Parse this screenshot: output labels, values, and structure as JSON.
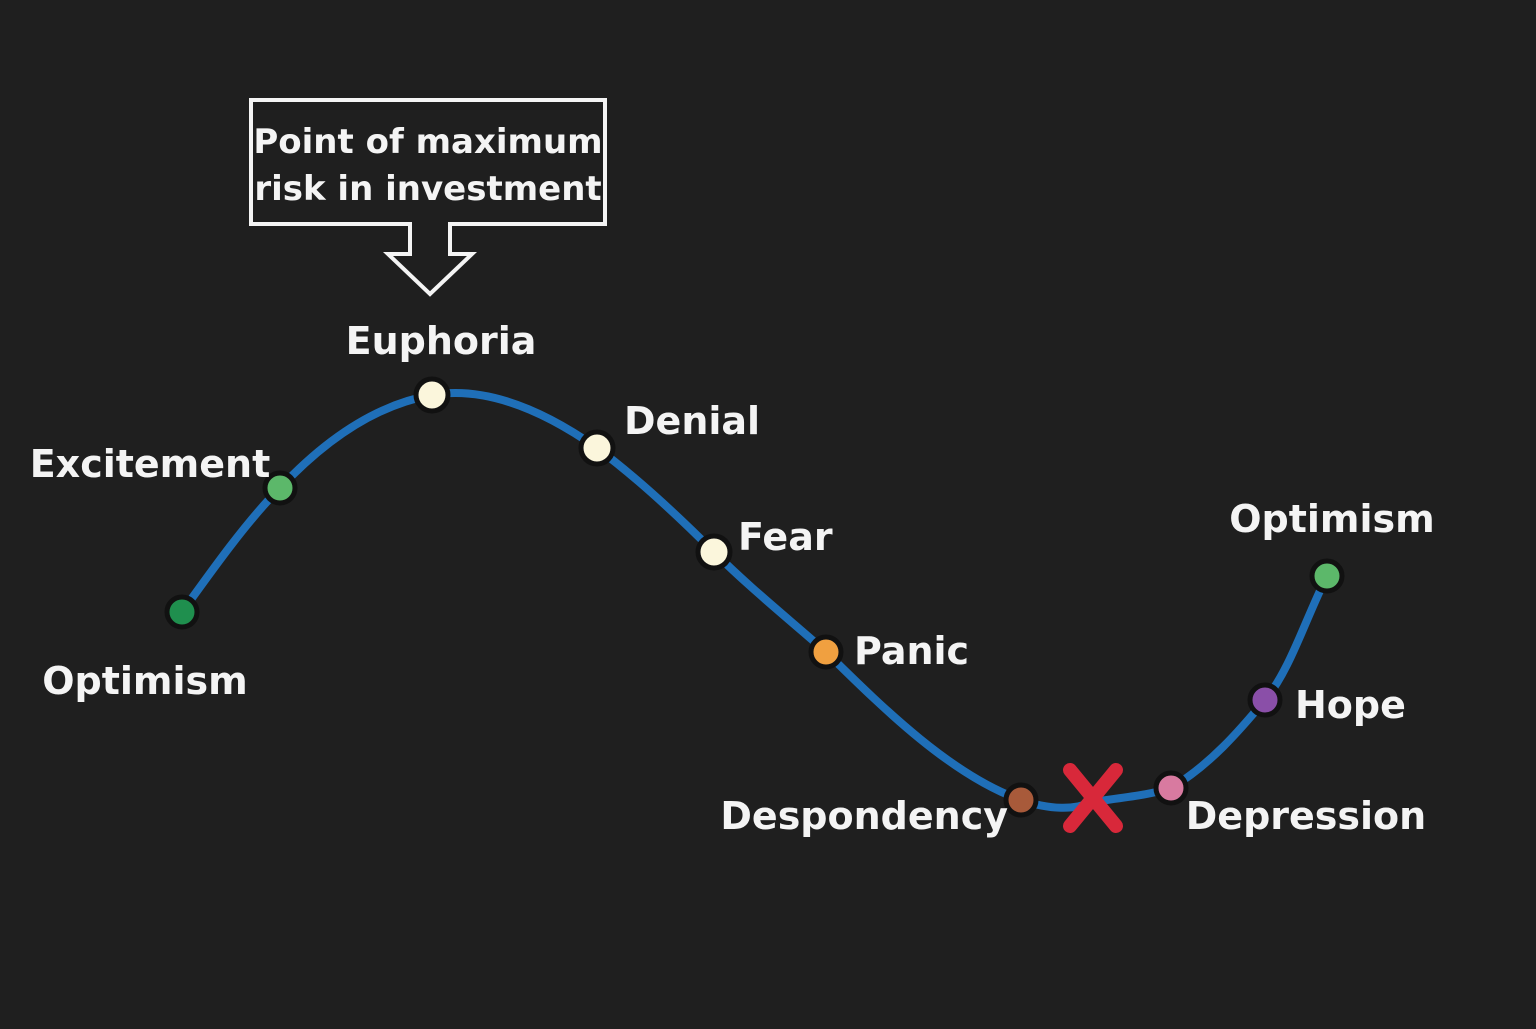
{
  "callout": {
    "line1": "Point of maximum",
    "line2": "risk in investment"
  },
  "colors": {
    "background": "#1f1f1f",
    "curve": "#1f6fb8",
    "green_dark": "#1f8f4e",
    "green_light": "#5cb86a",
    "cream": "#fbf6dc",
    "orange": "#f0a040",
    "brown": "#a85a3a",
    "pink": "#d87aa0",
    "purple": "#8a4fa8",
    "red_cross": "#d8283a"
  },
  "stages": [
    {
      "id": "optimism-start",
      "label": "Optimism",
      "color": "green_dark"
    },
    {
      "id": "excitement",
      "label": "Excitement",
      "color": "green_light"
    },
    {
      "id": "euphoria",
      "label": "Euphoria",
      "color": "cream"
    },
    {
      "id": "denial",
      "label": "Denial",
      "color": "cream"
    },
    {
      "id": "fear",
      "label": "Fear",
      "color": "cream"
    },
    {
      "id": "panic",
      "label": "Panic",
      "color": "orange"
    },
    {
      "id": "despondency",
      "label": "Despondency",
      "color": "brown"
    },
    {
      "id": "depression",
      "label": "Depression",
      "color": "pink"
    },
    {
      "id": "hope",
      "label": "Hope",
      "color": "purple"
    },
    {
      "id": "optimism-end",
      "label": "Optimism",
      "color": "green_light"
    }
  ],
  "markers": {
    "bottom_cross": "red-cross-icon",
    "callout_arrow": "down-arrow-icon"
  }
}
